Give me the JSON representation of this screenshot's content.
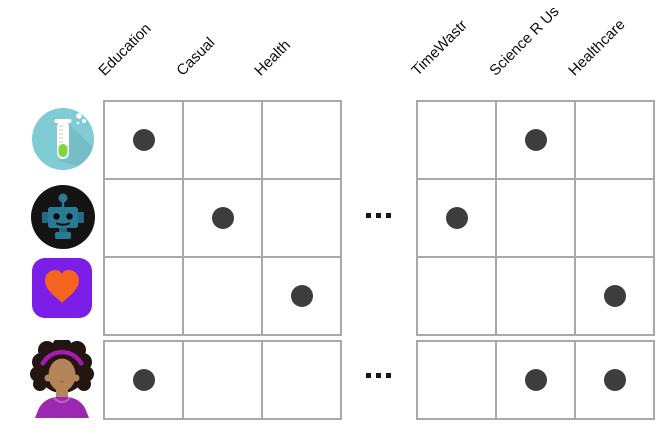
{
  "colors": {
    "background": "#ffffff",
    "grid_line": "#a9a9a9",
    "dot": "#3d3d3d",
    "label_text": "#0d0d0d",
    "testtube_circle": "#7fccd5",
    "testtube_liquid": "#7ed63c",
    "robot_bg": "#141414",
    "robot_face": "#2b7a94",
    "heart_bg": "#7b1fe8",
    "heart": "#f4641e",
    "avatar_hair": "#241511",
    "avatar_headband": "#a21caf",
    "avatar_skin": "#b5845a",
    "avatar_shirt": "#9c27b0"
  },
  "columns": {
    "left": [
      "Education",
      "Casual",
      "Health"
    ],
    "right": [
      "TimeWastr",
      "Science R Us",
      "Healthcare"
    ]
  },
  "rows": [
    {
      "icon": "test-tube-app-icon",
      "left_dots": [
        1,
        0,
        0
      ],
      "right_dots": [
        0,
        1,
        0
      ]
    },
    {
      "icon": "robot-app-icon",
      "left_dots": [
        0,
        1,
        0
      ],
      "right_dots": [
        1,
        0,
        0
      ]
    },
    {
      "icon": "heart-app-icon",
      "left_dots": [
        0,
        0,
        1
      ],
      "right_dots": [
        0,
        0,
        1
      ]
    },
    {
      "icon": "woman-avatar-icon",
      "left_dots": [
        1,
        0,
        0
      ],
      "right_dots": [
        0,
        1,
        1
      ]
    }
  ],
  "ellipsis": {
    "glyph": "…",
    "rows": [
      2,
      4
    ]
  }
}
